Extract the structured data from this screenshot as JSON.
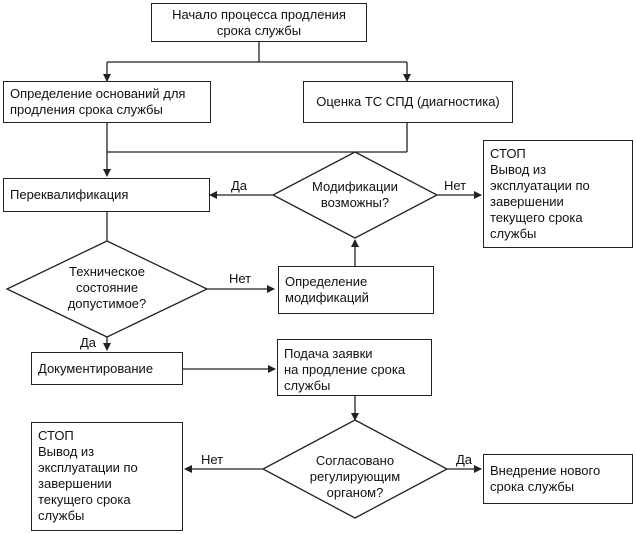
{
  "nodes": {
    "start": "Начало процесса продления\nсрока службы",
    "basis": "Определение оснований для\nпродления срока службы",
    "assess": "Оценка ТС СПД (диагностика)",
    "requal": "Переквалификация",
    "mods_possible": "Модификации\nвозможны?",
    "stop_top": "СТОП\nВывод из\nэксплуатации по\nзавершении\nтекущего срока\nслужбы",
    "tech_ok": "Техническое\nсостояние\nдопустимое?",
    "mod_define": "Определение\nмодификаций",
    "document": "Документирование",
    "apply": "Подача заявки\nна продление срока\nслужбы",
    "stop_bottom": "СТОП\nВывод из\nэксплуатации по\nзавершении\nтекущего срока\nслужбы",
    "approved": "Согласовано\nрегулирующим\nорганом?",
    "implement": "Внедрение нового\nсрока службы"
  },
  "labels": {
    "mods_yes": "Да",
    "mods_no": "Нет",
    "tech_no": "Нет",
    "tech_yes": "Да",
    "appr_no": "Нет",
    "appr_yes": "Да"
  }
}
